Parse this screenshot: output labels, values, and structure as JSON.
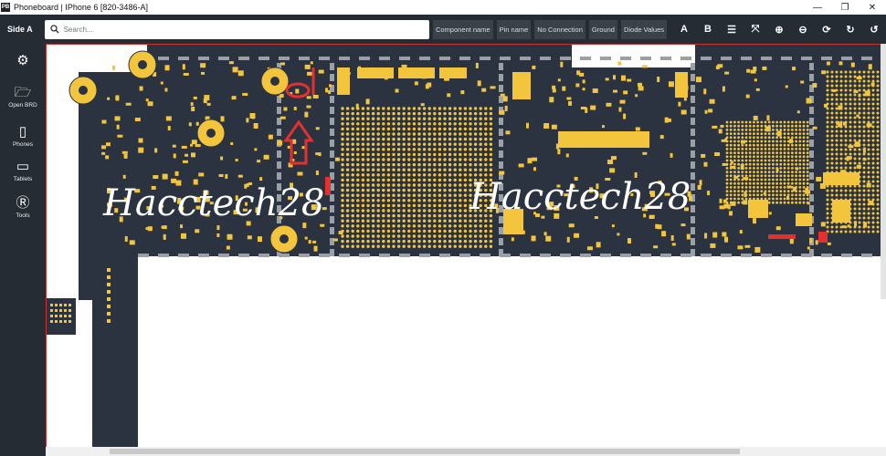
{
  "app": {
    "logo": "PB",
    "title": "Phoneboard | IPhone 6 [820-3486-A]"
  },
  "window_controls": [
    {
      "name": "minimize-icon",
      "glyph": "—"
    },
    {
      "name": "restore-icon",
      "glyph": "❐"
    },
    {
      "name": "close-icon",
      "glyph": "✕"
    }
  ],
  "toolbar": {
    "side_label": "Side A",
    "search_placeholder": "Search...",
    "filters": [
      "Component name",
      "Pin name",
      "No Connection",
      "Ground",
      "Diode Values"
    ],
    "tools": [
      {
        "name": "font-a-icon",
        "glyph": "A"
      },
      {
        "name": "font-b-icon",
        "glyph": "B"
      },
      {
        "name": "layers-icon",
        "glyph": "☰"
      },
      {
        "name": "fullscreen-icon",
        "glyph": "⤧"
      },
      {
        "name": "zoom-in-icon",
        "glyph": "⊕"
      },
      {
        "name": "zoom-out-icon",
        "glyph": "⊖"
      },
      {
        "name": "refresh-icon",
        "glyph": "⟳"
      },
      {
        "name": "rotate-right-icon",
        "glyph": "↻"
      },
      {
        "name": "rotate-left-icon",
        "glyph": "↺"
      }
    ]
  },
  "sidebar": [
    {
      "name": "settings",
      "icon": "gear-icon",
      "glyph": "⚙",
      "label": ""
    },
    {
      "name": "open-brd",
      "icon": "folder-icon",
      "glyph": "🗁",
      "label": "Open BRD"
    },
    {
      "name": "phones",
      "icon": "phone-icon",
      "glyph": "▯",
      "label": "Phones"
    },
    {
      "name": "tablets",
      "icon": "tablet-icon",
      "glyph": "▭",
      "label": "Tablets"
    },
    {
      "name": "tools",
      "icon": "tools-icon",
      "glyph": "Ⓡ",
      "label": "Tools"
    }
  ],
  "board": {
    "watermark": "Hacctech28",
    "colors": {
      "board": "#2b3341",
      "pad": "#f2c53d",
      "grey": "#9aa0a6",
      "red": "#e53030"
    }
  }
}
